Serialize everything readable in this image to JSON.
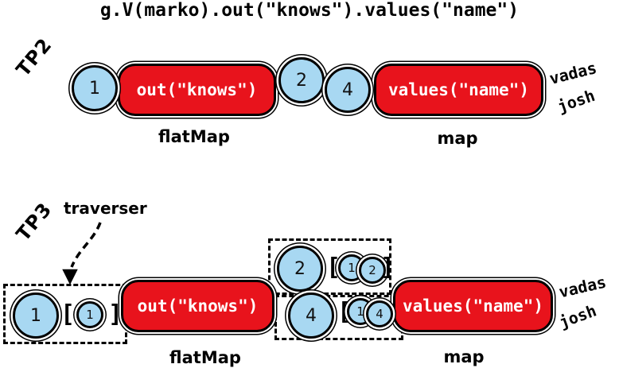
{
  "title": "g.V(marko).out(\"knows\").values(\"name\")",
  "colors": {
    "step_red": "#e8131c",
    "traverser_blue": "#a8d8f2"
  },
  "tp2": {
    "label": "TP2",
    "input": "1",
    "flatmap": {
      "code": "out(\"knows\")",
      "label": "flatMap"
    },
    "between": [
      "2",
      "4"
    ],
    "map": {
      "code": "values(\"name\")",
      "label": "map"
    },
    "results": [
      "vadas",
      "josh"
    ]
  },
  "tp3": {
    "label": "TP3",
    "annotation": "traverser",
    "input": {
      "value": "1",
      "open": "[",
      "bulk": [
        "1"
      ],
      "close": "]"
    },
    "flatmap": {
      "code": "out(\"knows\")",
      "label": "flatMap"
    },
    "between": [
      {
        "value": "2",
        "open": "[",
        "bulk": [
          "1",
          "2"
        ],
        "close": "]"
      },
      {
        "value": "4",
        "open": "[",
        "bulk": [
          "1",
          "4"
        ],
        "close": ""
      }
    ],
    "map": {
      "code": "values(\"name\")",
      "label": "map"
    },
    "results": [
      "vadas",
      "josh"
    ]
  }
}
